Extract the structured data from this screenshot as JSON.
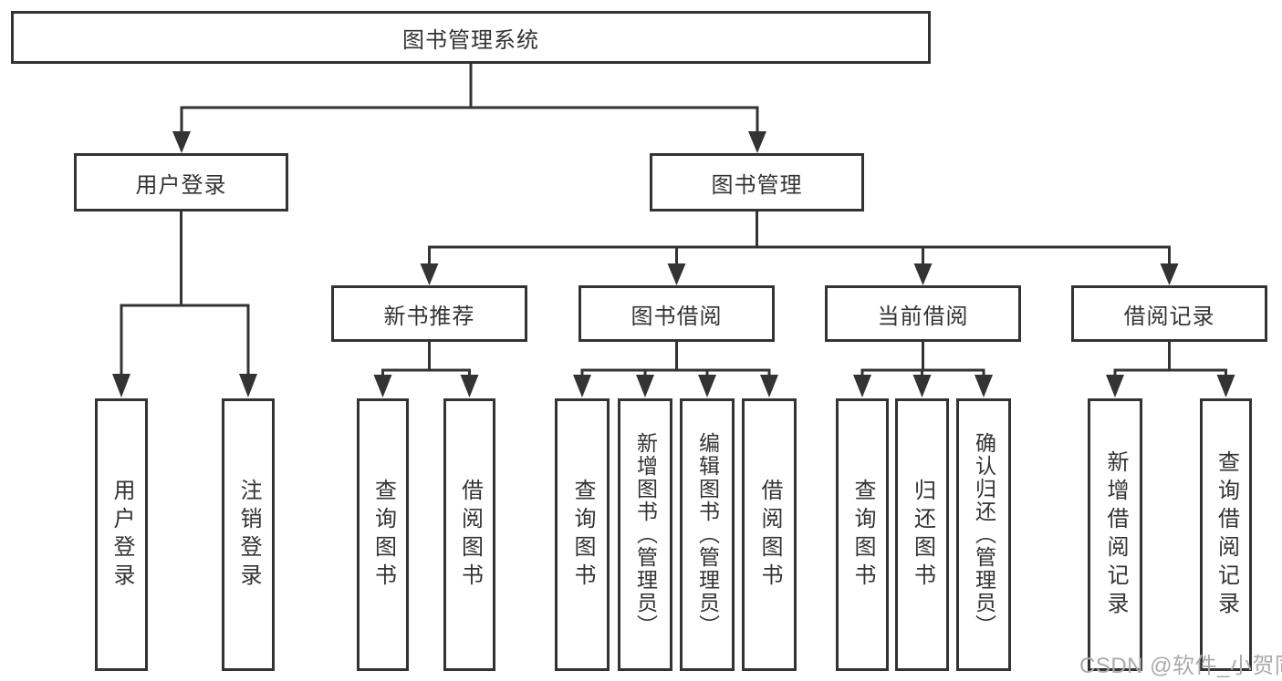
{
  "colors": {
    "line": "#333333",
    "text": "#333333",
    "background": "#ffffff",
    "watermark": "#ababab"
  },
  "tree": {
    "root": {
      "label": "图书管理系统",
      "children": [
        {
          "label": "用户登录",
          "children": [
            {
              "label": "用户登录"
            },
            {
              "label": "注销登录"
            }
          ]
        },
        {
          "label": "图书管理",
          "children": [
            {
              "label": "新书推荐",
              "children": [
                {
                  "label": "查询图书"
                },
                {
                  "label": "借阅图书"
                }
              ]
            },
            {
              "label": "图书借阅",
              "children": [
                {
                  "label": "查询图书"
                },
                {
                  "label": "新增图书（管理员）"
                },
                {
                  "label": "编辑图书（管理员）"
                },
                {
                  "label": "借阅图书"
                }
              ]
            },
            {
              "label": "当前借阅",
              "children": [
                {
                  "label": "查询图书"
                },
                {
                  "label": "归还图书"
                },
                {
                  "label": "确认归还（管理员）"
                }
              ]
            },
            {
              "label": "借阅记录",
              "children": [
                {
                  "label": "新增借阅记录"
                },
                {
                  "label": "查询借阅记录"
                }
              ]
            }
          ]
        }
      ]
    }
  },
  "watermark": {
    "text": "CSDN @软件_小贺同学"
  }
}
